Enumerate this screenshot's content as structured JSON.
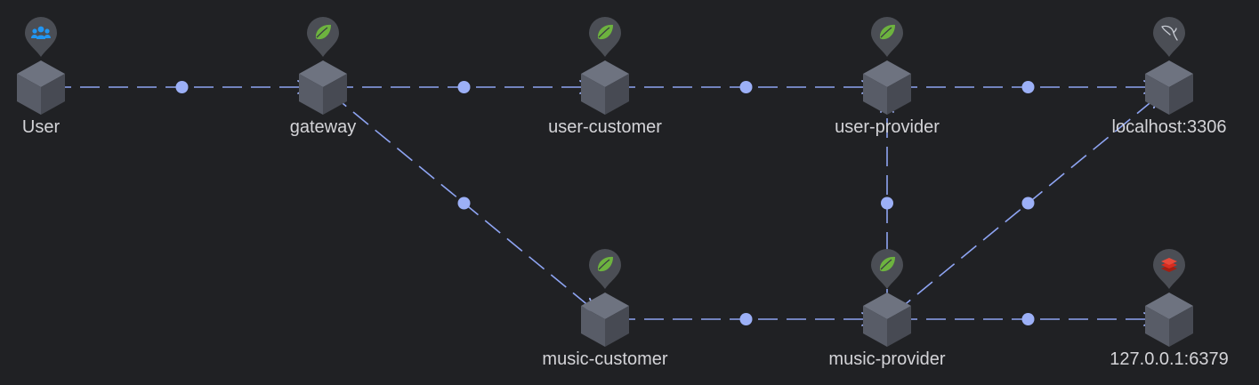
{
  "colors": {
    "background": "#202124",
    "edge": "#8ea4f2",
    "label": "#d4d4d8",
    "cube_top": "#6e7380",
    "cube_left": "#585c67",
    "cube_right": "#474a53",
    "pin": "#4b4e55",
    "spring": "#6db33f",
    "user": "#2196f3",
    "redis": "#d82c20",
    "mysql": "#c8ccd4"
  },
  "nodes": [
    {
      "id": "user",
      "label": "User",
      "icon": "users-icon"
    },
    {
      "id": "gateway",
      "label": "gateway",
      "icon": "spring-leaf-icon"
    },
    {
      "id": "user-customer",
      "label": "user-customer",
      "icon": "spring-leaf-icon"
    },
    {
      "id": "user-provider",
      "label": "user-provider",
      "icon": "spring-leaf-icon"
    },
    {
      "id": "mysql",
      "label": "localhost:3306",
      "icon": "mysql-dolphin-icon"
    },
    {
      "id": "music-customer",
      "label": "music-customer",
      "icon": "spring-leaf-icon"
    },
    {
      "id": "music-provider",
      "label": "music-provider",
      "icon": "spring-leaf-icon"
    },
    {
      "id": "redis",
      "label": "127.0.0.1:6379",
      "icon": "redis-icon"
    }
  ],
  "edges": [
    {
      "from": "user",
      "to": "gateway"
    },
    {
      "from": "gateway",
      "to": "user-customer"
    },
    {
      "from": "user-customer",
      "to": "user-provider"
    },
    {
      "from": "user-provider",
      "to": "mysql"
    },
    {
      "from": "gateway",
      "to": "music-customer"
    },
    {
      "from": "music-customer",
      "to": "music-provider"
    },
    {
      "from": "music-provider",
      "to": "user-provider"
    },
    {
      "from": "music-provider",
      "to": "mysql"
    },
    {
      "from": "music-provider",
      "to": "redis"
    }
  ]
}
